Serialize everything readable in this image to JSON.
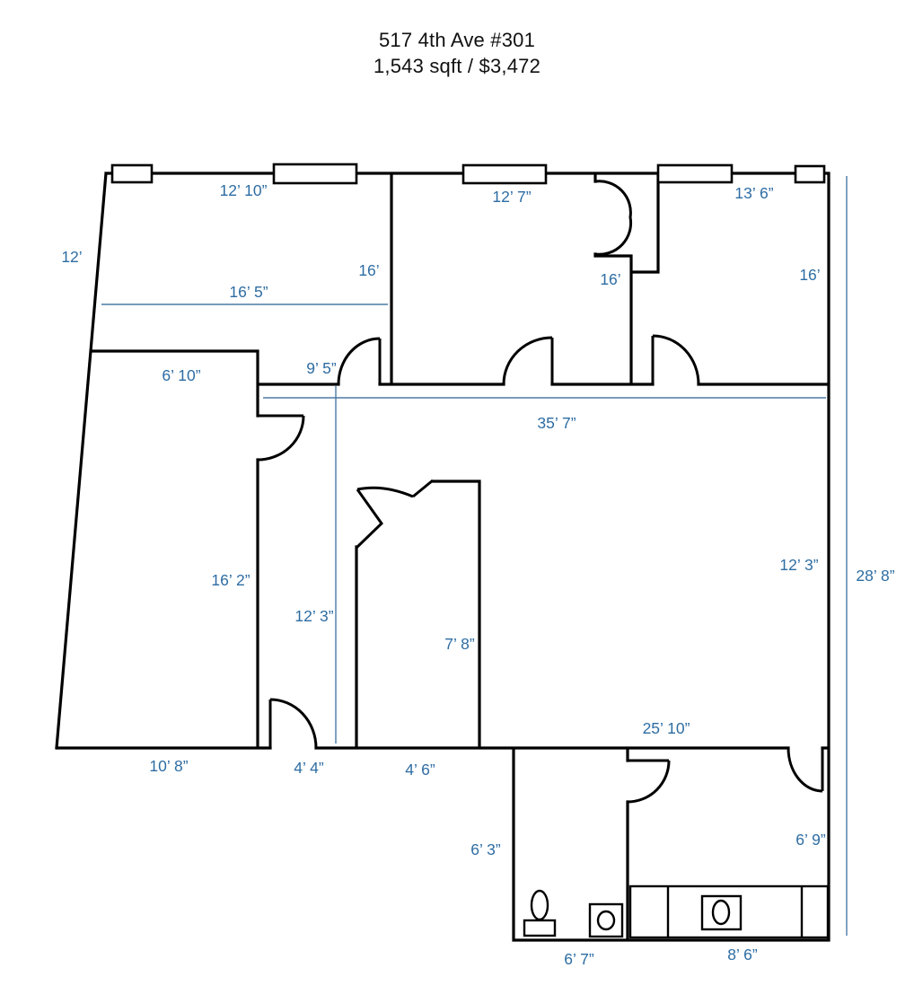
{
  "title": {
    "address": "517 4th Ave #301",
    "details": "1,543 sqft / $3,472"
  },
  "colors": {
    "wall": "#000000",
    "dimension_blue": "#2e6da3",
    "dimension_line_blue": "#4b7aa5",
    "background": "#ffffff"
  },
  "labels": [
    {
      "text": "12’"
    },
    {
      "text": "12’ 10”"
    },
    {
      "text": "12’ 7”"
    },
    {
      "text": "13’ 6”"
    },
    {
      "text": "16’"
    },
    {
      "text": "16’"
    },
    {
      "text": "16’"
    },
    {
      "text": "16’ 5”"
    },
    {
      "text": "9’ 5”"
    },
    {
      "text": "6’ 10”"
    },
    {
      "text": "35’ 7”"
    },
    {
      "text": "16’ 2”"
    },
    {
      "text": "12’ 3”"
    },
    {
      "text": "7’ 8”"
    },
    {
      "text": "12’ 3”"
    },
    {
      "text": "28’ 8”"
    },
    {
      "text": "10’ 8”"
    },
    {
      "text": "4’ 4”"
    },
    {
      "text": "4’ 6”"
    },
    {
      "text": "25’ 10”"
    },
    {
      "text": "6’ 9”"
    },
    {
      "text": "6’ 3”"
    },
    {
      "text": "6’ 7”"
    },
    {
      "text": "8’ 6”"
    }
  ]
}
